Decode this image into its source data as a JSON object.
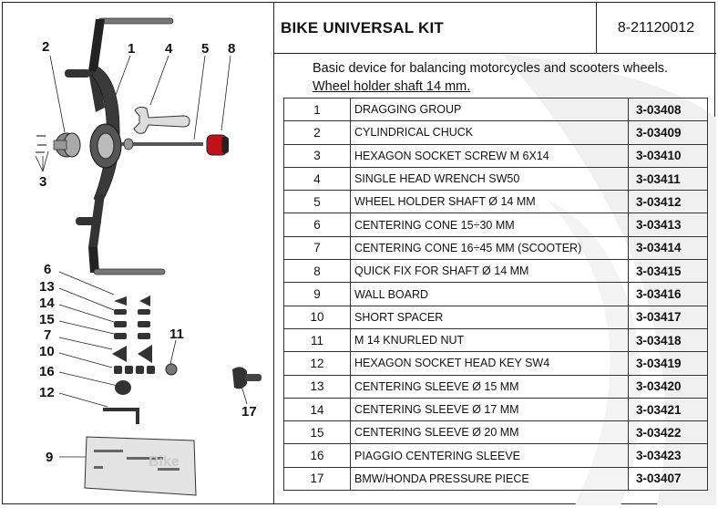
{
  "kit": {
    "title": "BIKE UNIVERSAL KIT",
    "code": "8-21120012",
    "description_line1": "Basic device for balancing motorcycles and scooters wheels.",
    "description_line2": "Wheel holder shaft 14 mm."
  },
  "drawing": {
    "callouts": [
      "1",
      "2",
      "3",
      "4",
      "5",
      "6",
      "7",
      "8",
      "9",
      "10",
      "11",
      "12",
      "13",
      "14",
      "15",
      "16",
      "17"
    ],
    "board_text": "Bike"
  },
  "parts": [
    {
      "num": "1",
      "description": "DRAGGING GROUP",
      "code": "3-03408"
    },
    {
      "num": "2",
      "description": "CYLINDRICAL CHUCK",
      "code": "3-03409"
    },
    {
      "num": "3",
      "description": "HEXAGON SOCKET SCREW M 6X14",
      "code": "3-03410"
    },
    {
      "num": "4",
      "description": "SINGLE HEAD WRENCH SW50",
      "code": "3-03411"
    },
    {
      "num": "5",
      "description": "WHEEL HOLDER SHAFT Ø 14 MM",
      "code": "3-03412"
    },
    {
      "num": "6",
      "description": "CENTERING CONE 15÷30 MM",
      "code": "3-03413"
    },
    {
      "num": "7",
      "description": "CENTERING CONE 16÷45 MM (SCOOTER)",
      "code": "3-03414"
    },
    {
      "num": "8",
      "description": "QUICK FIX FOR SHAFT Ø 14 MM",
      "code": "3-03415"
    },
    {
      "num": "9",
      "description": "WALL BOARD",
      "code": "3-03416"
    },
    {
      "num": "10",
      "description": "SHORT SPACER",
      "code": "3-03417"
    },
    {
      "num": "11",
      "description": "M 14 KNURLED NUT",
      "code": "3-03418"
    },
    {
      "num": "12",
      "description": "HEXAGON SOCKET HEAD KEY SW4",
      "code": "3-03419"
    },
    {
      "num": "13",
      "description": "CENTERING SLEEVE Ø 15 MM",
      "code": "3-03420"
    },
    {
      "num": "14",
      "description": "CENTERING SLEEVE Ø 17 MM",
      "code": "3-03421"
    },
    {
      "num": "15",
      "description": "CENTERING SLEEVE Ø 20 MM",
      "code": "3-03422"
    },
    {
      "num": "16",
      "description": "PIAGGIO CENTERING SLEEVE",
      "code": "3-03423"
    },
    {
      "num": "17",
      "description": "BMW/HONDA PRESSURE PIECE",
      "code": "3-03407"
    }
  ]
}
